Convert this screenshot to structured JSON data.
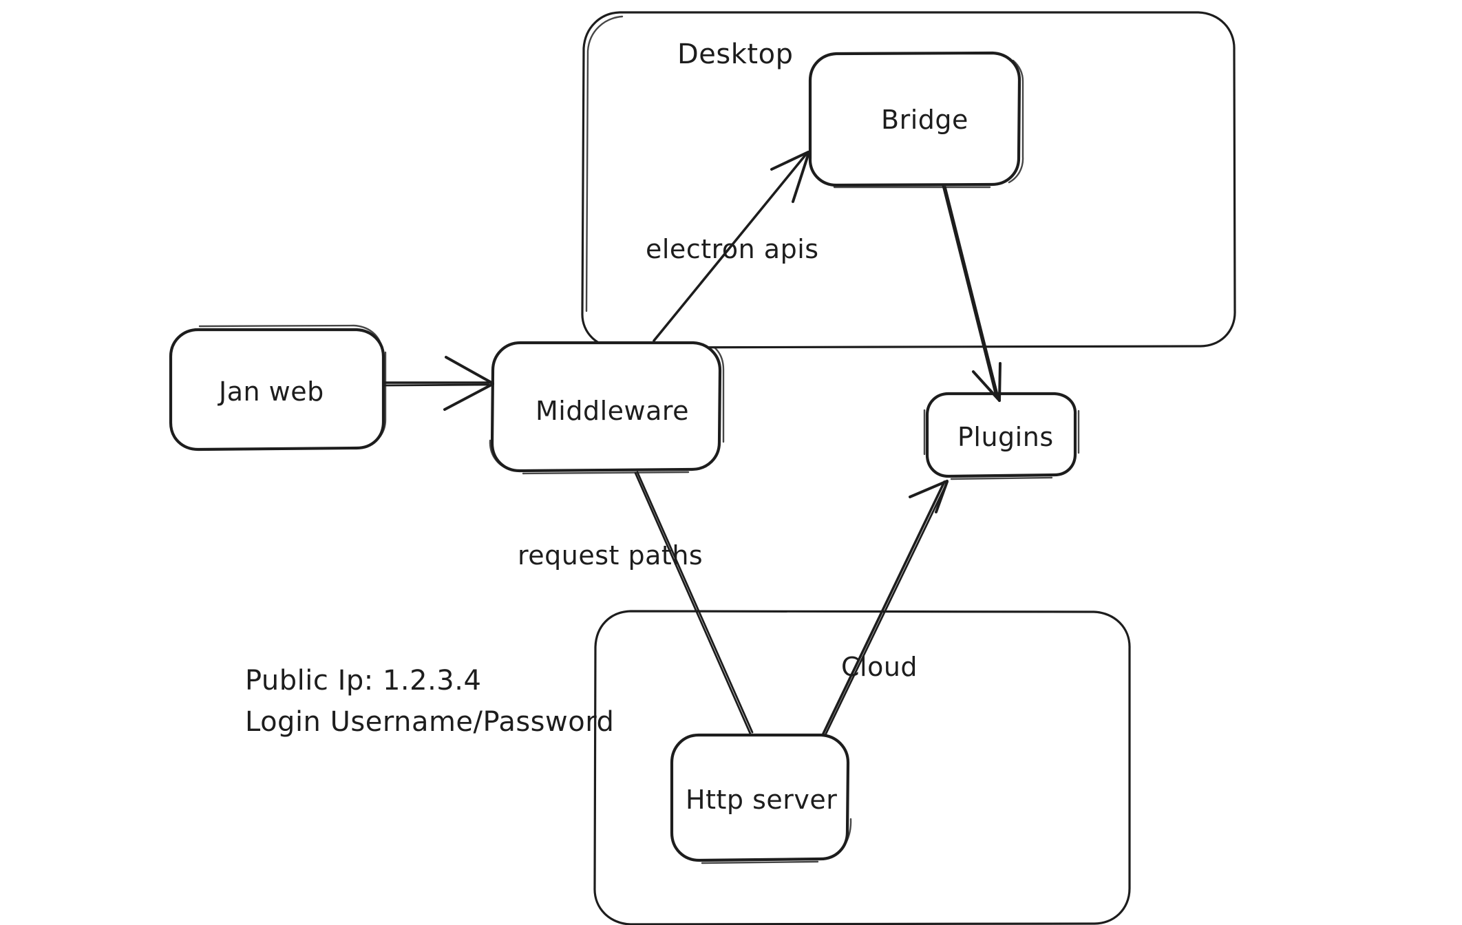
{
  "diagram": {
    "title": "Jan architecture sketch",
    "style": "hand-drawn whiteboard",
    "background_color": "#ffffff",
    "ink_color": "#1d1d1d",
    "containers": [
      {
        "id": "desktop",
        "label": "Desktop"
      },
      {
        "id": "cloud",
        "label": ""
      }
    ],
    "nodes": [
      {
        "id": "bridge",
        "label": "Bridge"
      },
      {
        "id": "jan-web",
        "label": "Jan web"
      },
      {
        "id": "middleware",
        "label": "Middleware"
      },
      {
        "id": "plugins",
        "label": "Plugins"
      },
      {
        "id": "http-server",
        "label": "Http server"
      }
    ],
    "edges": [
      {
        "id": "janweb-middleware",
        "from": "Jan web",
        "to": "Middleware",
        "label": "",
        "arrow": true
      },
      {
        "id": "middleware-bridge",
        "from": "Middleware",
        "to": "Bridge",
        "label": "electron apis",
        "arrow": true
      },
      {
        "id": "bridge-plugins",
        "from": "Bridge",
        "to": "Plugins",
        "label": "",
        "arrow": true
      },
      {
        "id": "middleware-httpserver",
        "from": "Middleware",
        "to": "Http server",
        "label": "request paths",
        "arrow": false
      },
      {
        "id": "httpserver-plugins",
        "from": "Http server",
        "to": "Plugins",
        "label": "Cloud",
        "arrow": true
      }
    ],
    "notes": {
      "public_ip_line": "Public Ip: 1.2.3.4",
      "login_line": "Login Username/Password"
    }
  }
}
